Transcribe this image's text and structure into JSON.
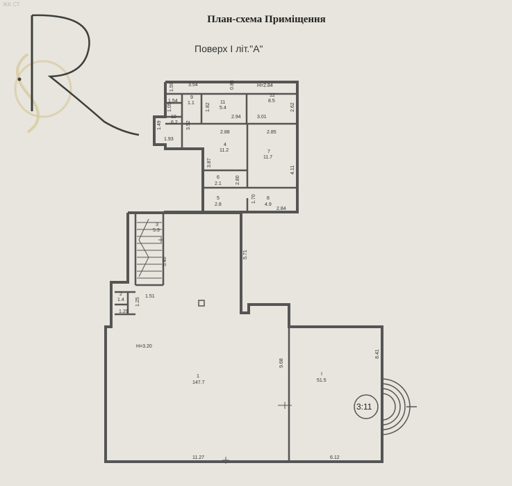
{
  "title": "План-схема Приміщення",
  "subtitle": "Поверх І літ.\"А\"",
  "watermark": "ЖК СТ",
  "height_notes": {
    "upper": "H=2.84",
    "main": "H=3.20"
  },
  "rooms": [
    {
      "id": "room-1",
      "num": "1",
      "area": "147.7"
    },
    {
      "id": "room-i",
      "num": "I",
      "area": "51.5"
    },
    {
      "id": "room-2",
      "num": "2",
      "area": "1.4"
    },
    {
      "id": "room-3",
      "num": "3",
      "area": "5.3"
    },
    {
      "id": "room-4",
      "num": "4",
      "area": "11.2"
    },
    {
      "id": "room-5",
      "num": "5",
      "area": "2.8"
    },
    {
      "id": "room-6",
      "num": "6",
      "area": "2.1"
    },
    {
      "id": "room-7",
      "num": "7",
      "area": "11.7"
    },
    {
      "id": "room-8",
      "num": "8",
      "area": "4.9"
    },
    {
      "id": "room-9",
      "num": "9",
      "area": "1.1"
    },
    {
      "id": "room-10",
      "num": "10",
      "area": "6.2"
    },
    {
      "id": "room-11",
      "num": "11",
      "area": "5.4"
    },
    {
      "id": "room-12",
      "num": "12",
      "area": "8.5"
    }
  ],
  "dimensions": [
    "1.59",
    "3.54",
    "0.88",
    "1.54",
    "1.05",
    "1.49",
    "1.93",
    "3.52",
    "1.82",
    "2.94",
    "3.01",
    "2.62",
    "2.88",
    "2.85",
    "3.87",
    "4.11",
    "2.80",
    "1.70",
    "2.84",
    "5.71",
    "5.40",
    "1.51",
    "1.25",
    "1.29",
    "9.68",
    "8.41",
    "11.27",
    "6.12"
  ],
  "stairs_label": "3:11",
  "colors": {
    "paper": "#e7e5dd",
    "wall": "#555555",
    "logo_dark": "#3d3f3c",
    "logo_gold": "#d8c9a0"
  }
}
